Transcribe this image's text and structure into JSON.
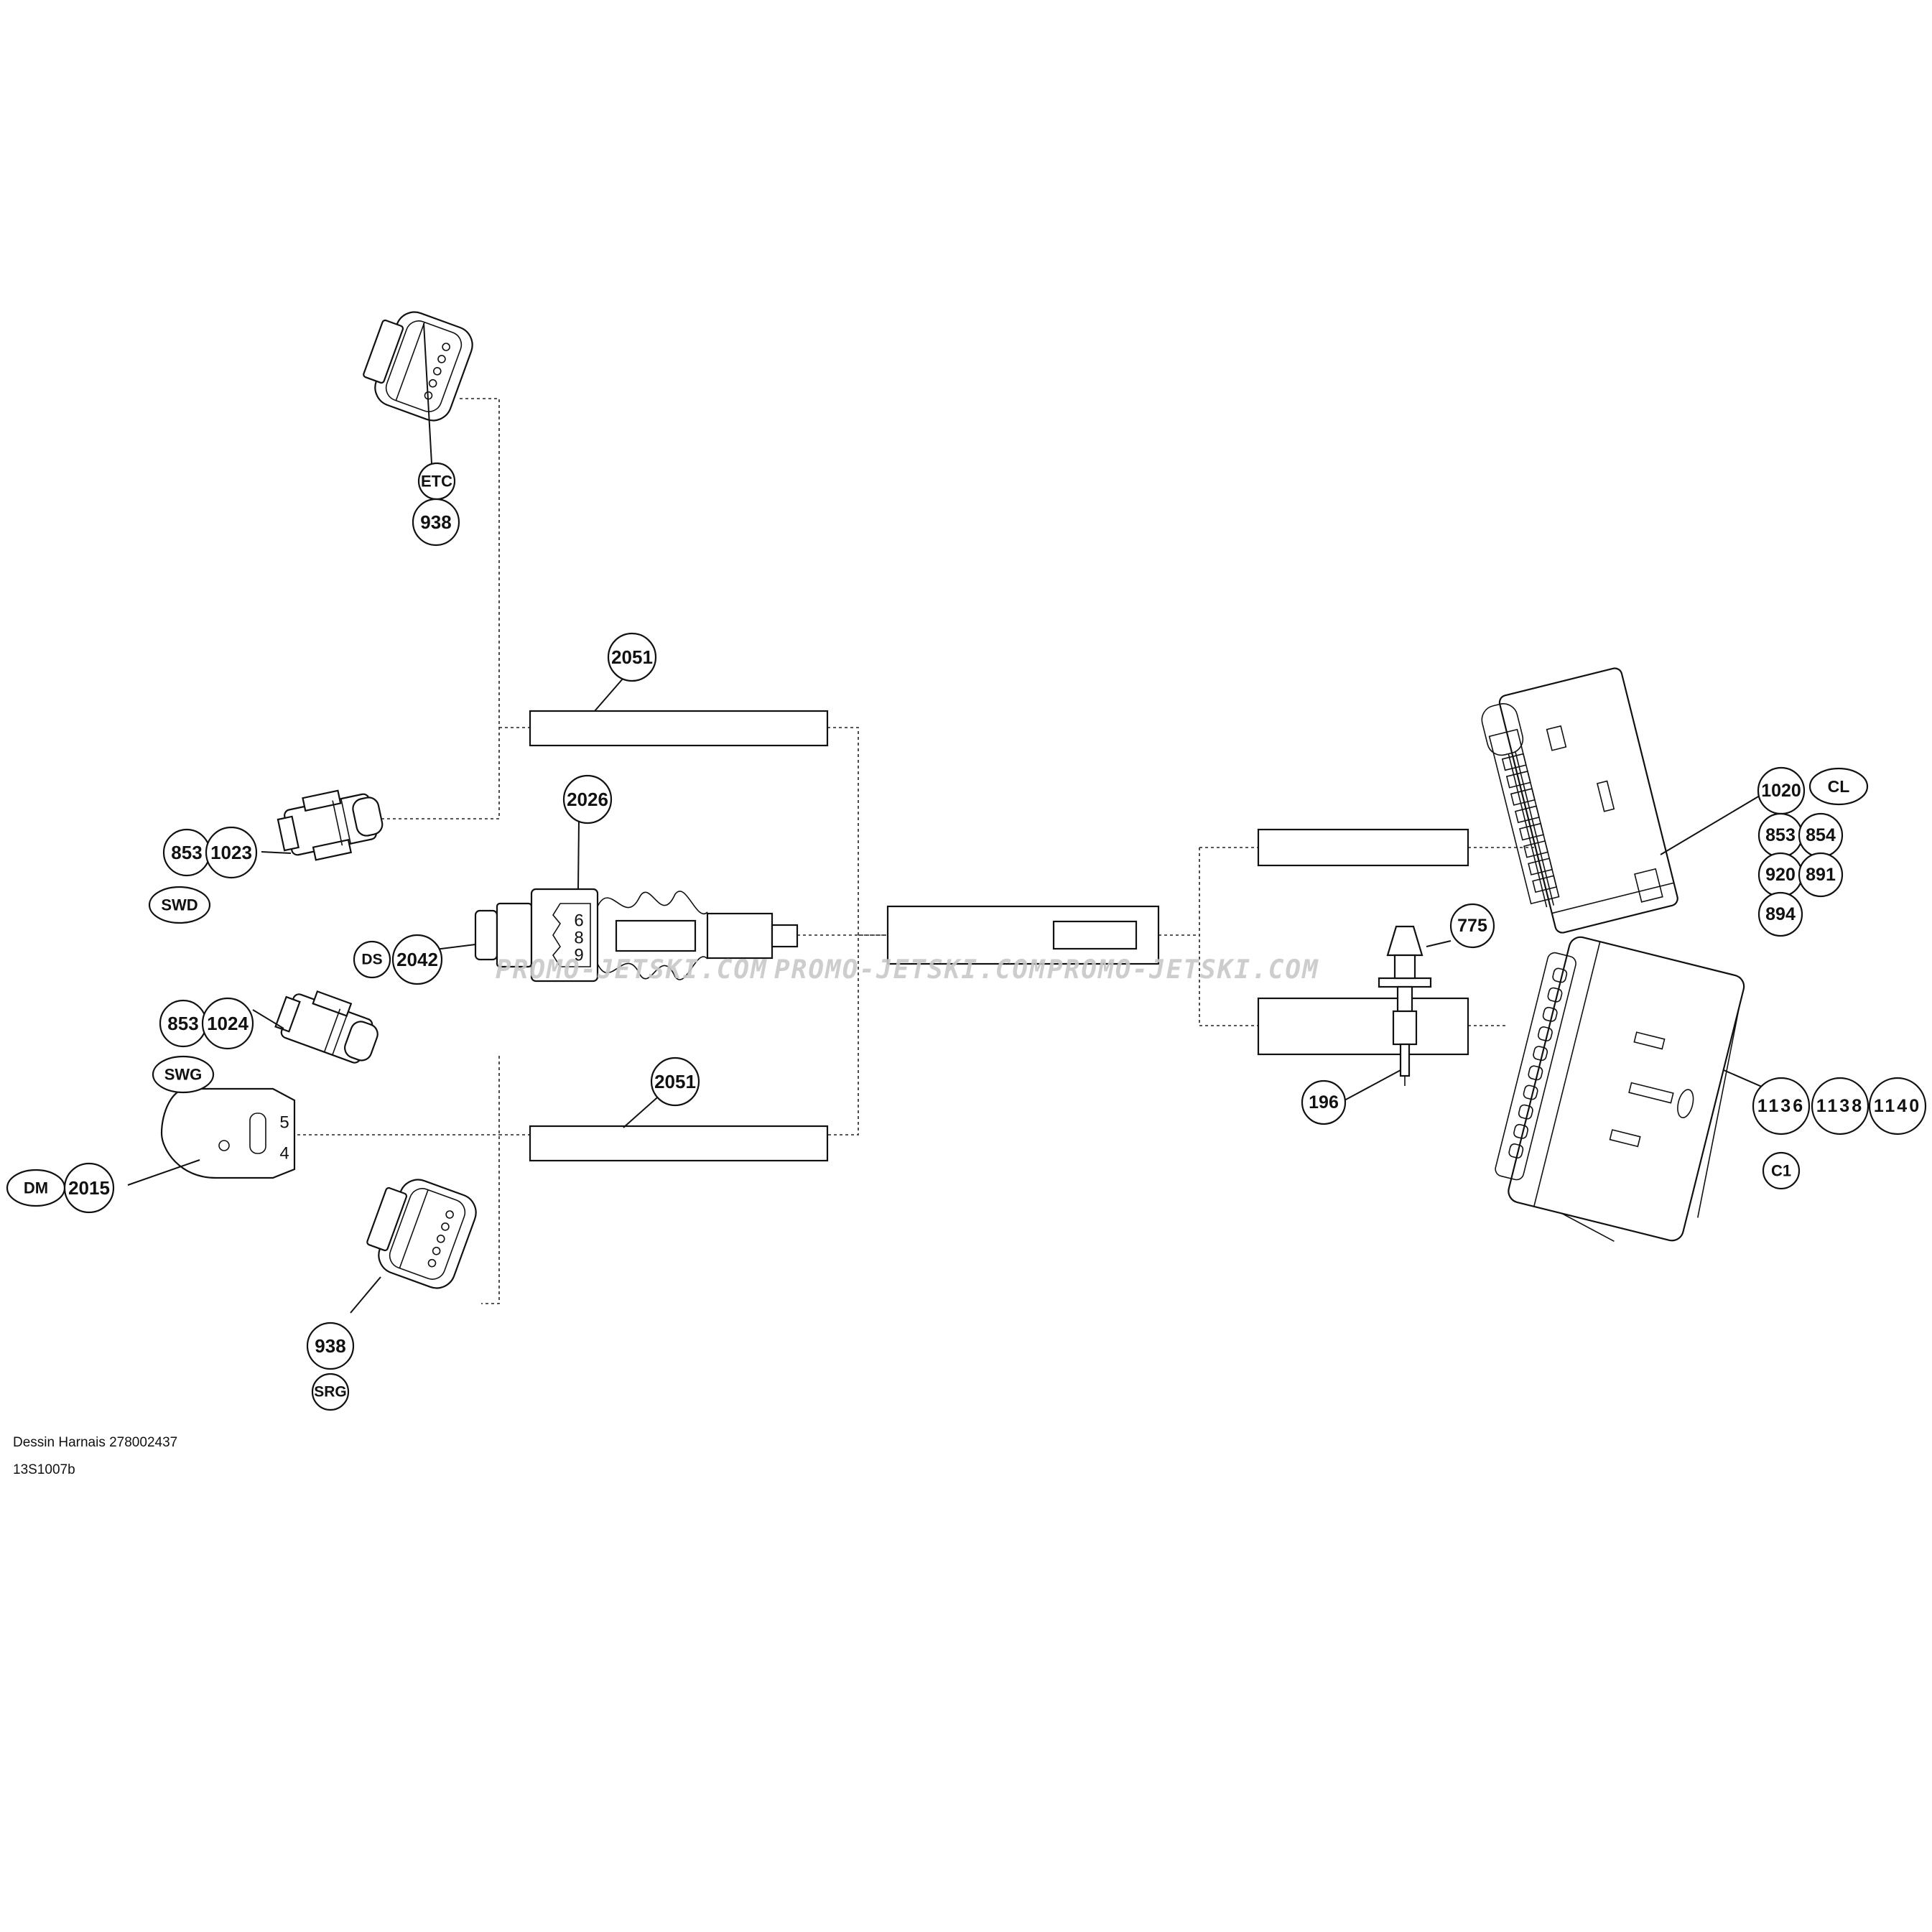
{
  "watermark": "PROMO-JETSKI.COM",
  "callouts": {
    "c938_top": "938",
    "etc": "ETC",
    "c2051_top": "2051",
    "c2026": "2026",
    "c853_a": "853",
    "c1023": "1023",
    "swd": "SWD",
    "ds": "DS",
    "c2042": "2042",
    "c853_b": "853",
    "c1024": "1024",
    "swg": "SWG",
    "c2051_bottom": "2051",
    "dm": "DM",
    "c2015": "2015",
    "c938_bottom": "938",
    "srg": "SRG",
    "c775": "775",
    "c196": "196",
    "c1020": "1020",
    "cl": "CL",
    "c853_c": "853",
    "c854": "854",
    "c920": "920",
    "c891": "891",
    "c894": "894",
    "c1136": "1136",
    "c1138": "1138",
    "c1140": "1140",
    "c1": "C1"
  },
  "pin_labels": {
    "connector_2026": [
      "6",
      "8",
      "9"
    ],
    "connector_2015": [
      "5",
      "4"
    ]
  },
  "footer": {
    "drawing_ref": "Dessin Harnais 278002437",
    "figure_code": "13S1007b"
  }
}
